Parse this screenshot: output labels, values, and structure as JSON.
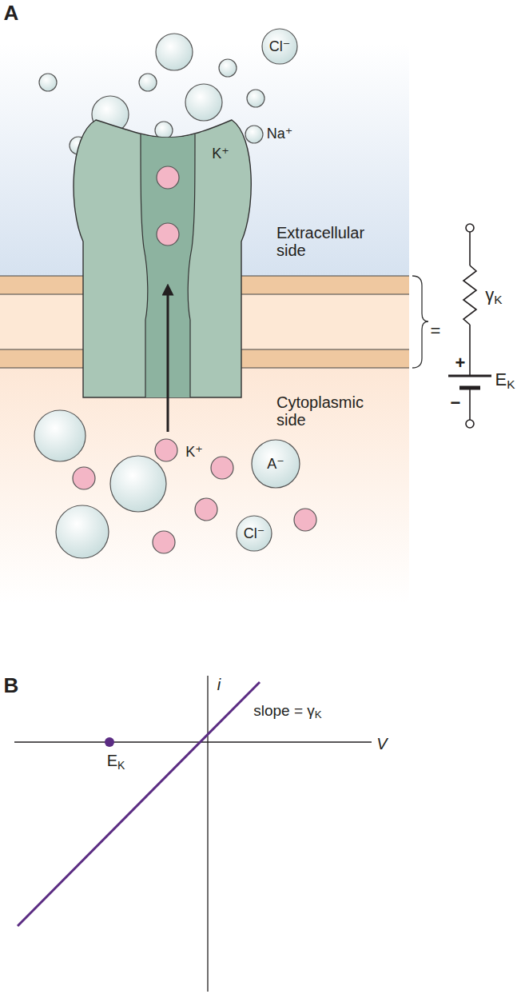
{
  "diagram": {
    "nodes": [
      {
        "text": [
          "Cl⁻"
        ]
      },
      {
        "text": [
          "A⁻"
        ]
      },
      {
        "text": [
          "Cl⁻"
        ]
      }
    ],
    "labels": [
      "A",
      "Na⁺",
      "K⁺",
      "Extracellular side",
      "Cytoplasmic side",
      "K⁺",
      "=",
      "γK",
      "+",
      "−",
      "EK",
      "B",
      "i",
      "V",
      "slope = γK",
      "EK"
    ]
  }
}
